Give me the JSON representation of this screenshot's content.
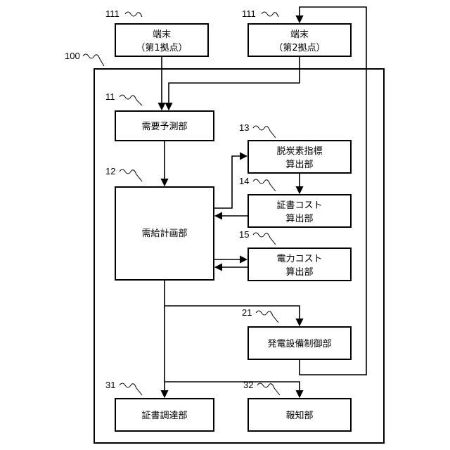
{
  "system": {
    "ref": "100"
  },
  "nodes": {
    "terminal_1": {
      "ref": "111",
      "line1": "端末",
      "line2": "（第1拠点）"
    },
    "terminal_2": {
      "ref": "111",
      "line1": "端末",
      "line2": "（第2拠点）"
    },
    "demand_forecast": {
      "ref": "11",
      "line1": "需要予測部"
    },
    "supply_plan": {
      "ref": "12",
      "line1": "需給計画部"
    },
    "decarbon_index": {
      "ref": "13",
      "line1": "脱炭素指標",
      "line2": "算出部"
    },
    "cert_cost": {
      "ref": "14",
      "line1": "証書コスト",
      "line2": "算出部"
    },
    "power_cost": {
      "ref": "15",
      "line1": "電力コスト",
      "line2": "算出部"
    },
    "generator_control": {
      "ref": "21",
      "line1": "発電設備制御部"
    },
    "cert_procurement": {
      "ref": "31",
      "line1": "証書調達部"
    },
    "notification": {
      "ref": "32",
      "line1": "報知部"
    }
  }
}
